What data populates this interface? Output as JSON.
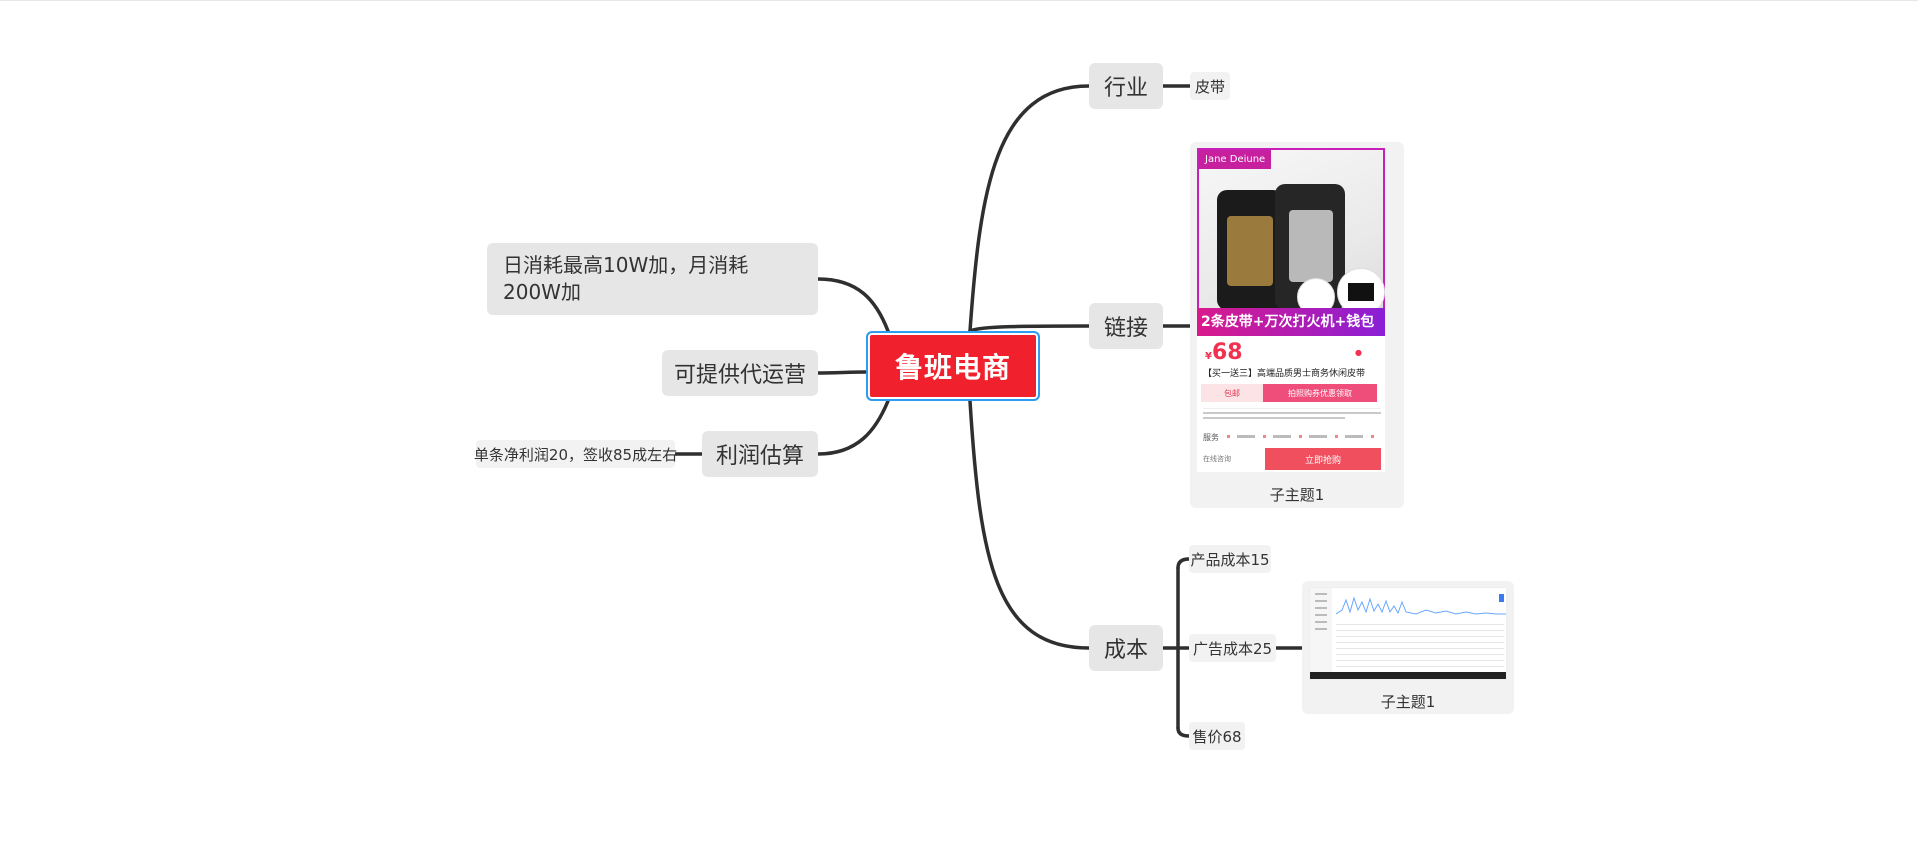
{
  "root": {
    "label": "鲁班电商"
  },
  "left": {
    "spend": {
      "label": "日消耗最高10W加，月消耗200W加"
    },
    "ops": {
      "label": "可提供代运营"
    },
    "profit": {
      "label": "利润估算",
      "child": "单条净利润20，签收85成左右"
    }
  },
  "right": {
    "industry": {
      "label": "行业",
      "child": "皮带"
    },
    "link": {
      "label": "链接",
      "card_caption": "子主题1",
      "product": {
        "brand": "Jane Deiune",
        "promo": "2条皮带+万次打火机+钱包",
        "price_symbol": "¥",
        "price": "68",
        "title": "【买一送三】高端品质男士商务休闲皮带",
        "btn_free": "包邮",
        "btn_cart": "拍照购券优惠领取",
        "service": "服务",
        "buy": "立即抢购",
        "consult": "在线咨询"
      }
    },
    "cost": {
      "label": "成本",
      "children": [
        "产品成本15",
        "广告成本25",
        "售价68"
      ],
      "card_caption": "子主题1"
    }
  }
}
